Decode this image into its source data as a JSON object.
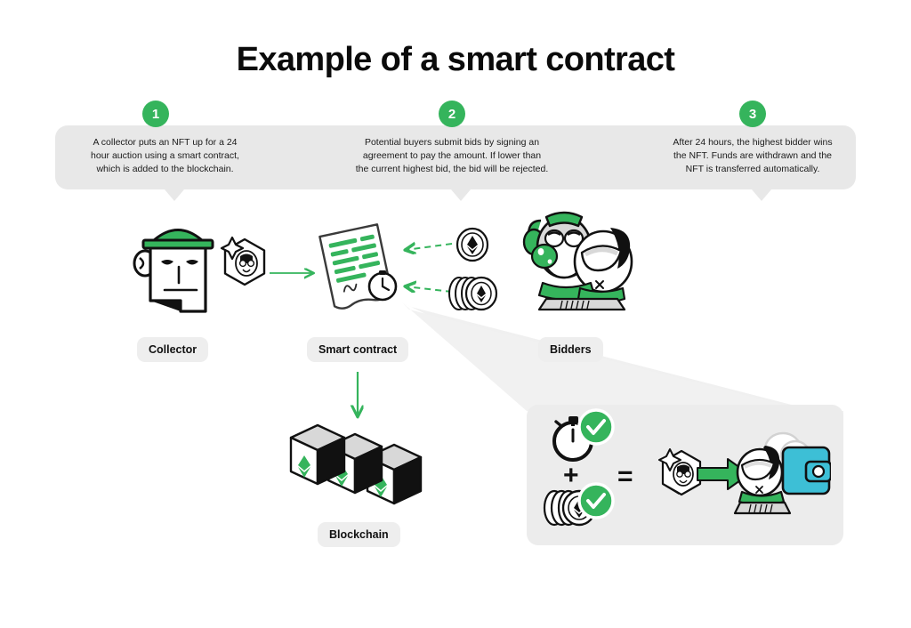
{
  "title": "Example of a smart contract",
  "accent_color": "#35b45c",
  "banner_color": "#e8e8e8",
  "pill_color": "#eeeeee",
  "wallet_color": "#3dbfd6",
  "steps": [
    {
      "number": "1",
      "text_lines": [
        "A collector puts an NFT up for a 24",
        "hour auction using a smart contract,",
        "which is added to the blockchain."
      ]
    },
    {
      "number": "2",
      "text_lines": [
        "Potential buyers submit bids by signing an",
        "agreement to pay the amount. If lower than",
        "the current highest bid, the bid will be rejected."
      ]
    },
    {
      "number": "3",
      "text_lines": [
        "After 24 hours, the highest bidder wins",
        "the NFT. Funds are withdrawn and the",
        "NFT is transferred automatically."
      ]
    }
  ],
  "labels": {
    "collector": "Collector",
    "smart_contract": "Smart contract",
    "bidders": "Bidders",
    "blockchain": "Blockchain"
  },
  "settlement": {
    "plus": "+",
    "equals": "="
  },
  "icons": {
    "collector": "collector-avatar-icon",
    "nft_badge": "nft-hexagon-badge-icon",
    "contract_doc": "smart-contract-document-icon",
    "stopwatch": "stopwatch-icon",
    "coin_single": "ethereum-coin-icon",
    "coin_stack": "ethereum-coin-stack-icon",
    "bidders": "bidders-avatars-icon",
    "blockchain": "blockchain-blocks-icon",
    "check": "check-circle-icon",
    "wallet": "wallet-icon",
    "winner": "winner-avatar-icon",
    "arrow_right": "arrow-right-icon",
    "arrow_down": "arrow-down-icon",
    "arrow_dashed": "dashed-arrow-left-icon"
  },
  "chart_data": {
    "type": "diagram",
    "title": "Example of a smart contract",
    "flow": [
      {
        "from": "Collector",
        "to": "Smart contract",
        "style": "solid-green-arrow"
      },
      {
        "from": "Bidders",
        "to": "Smart contract",
        "style": "dashed-green-arrow",
        "count": 2
      },
      {
        "from": "Smart contract",
        "to": "Blockchain",
        "style": "solid-green-arrow-down"
      },
      {
        "from": "Smart contract",
        "to": "Settlement panel",
        "style": "gray-wedge"
      },
      {
        "from": "NFT",
        "to": "Winner wallet",
        "style": "thick-green-arrow"
      }
    ],
    "settlement_equation": [
      "stopwatch + check",
      "+",
      "coins + check",
      "=",
      "NFT transferred to winner wallet"
    ]
  }
}
